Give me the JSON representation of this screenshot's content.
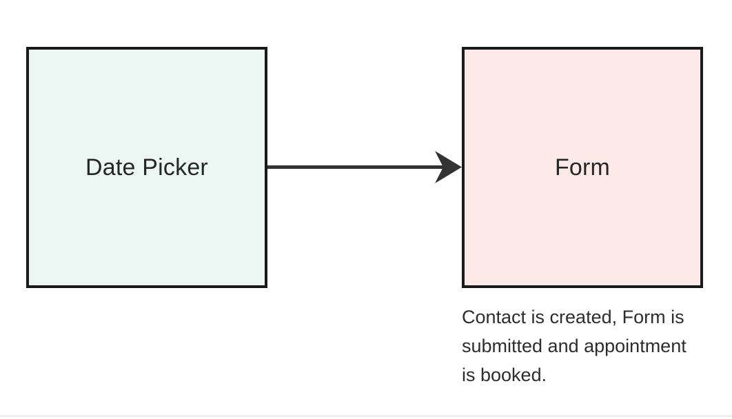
{
  "diagram": {
    "nodes": [
      {
        "id": "date-picker",
        "label": "Date Picker",
        "fill_color": "#ecf7f3",
        "border_color": "#1a1a1a"
      },
      {
        "id": "form",
        "label": "Form",
        "fill_color": "#fdeae8",
        "border_color": "#1a1a1a"
      }
    ],
    "connector": {
      "from": "date-picker",
      "to": "form",
      "direction": "right",
      "color": "#333333"
    },
    "caption": "Contact is created, Form is submitted and appointment is booked."
  }
}
